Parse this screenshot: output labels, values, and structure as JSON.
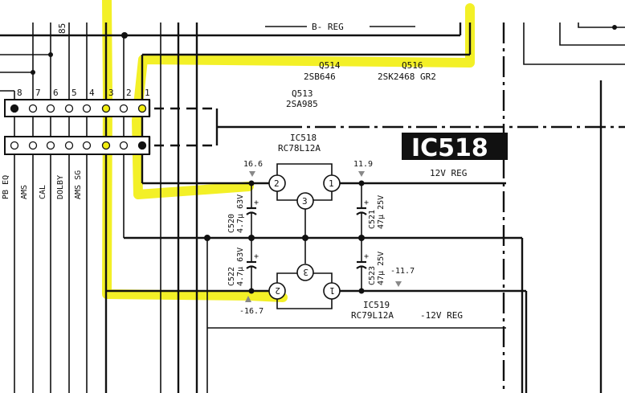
{
  "bus": {
    "b_reg_label": "B-  REG",
    "pin85_label": "85"
  },
  "connector": {
    "pin_numbers": [
      "8",
      "7",
      "6",
      "5",
      "4",
      "3",
      "2",
      "1"
    ],
    "signal_labels": [
      "PB EQ",
      "AMS",
      "CAL",
      "DOLBY",
      "AMS SG"
    ]
  },
  "transistors": [
    {
      "ref": "Q514",
      "part": "2SB646"
    },
    {
      "ref": "Q516",
      "part": "2SK2468 GR2"
    },
    {
      "ref": "Q513",
      "part": "2SA985"
    }
  ],
  "ic518": {
    "ref": "IC518",
    "part": "RC78L12A",
    "badge": "IC518",
    "function": "12V REG",
    "pins": [
      "2",
      "1",
      "3"
    ],
    "v_in": "16.6",
    "v_out": "11.9"
  },
  "ic519": {
    "ref": "IC519",
    "part": "RC79L12A",
    "function": "-12V REG",
    "pins": [
      "3",
      "2",
      "1"
    ],
    "v_in": "-16.7",
    "v_out": "-11.7"
  },
  "capacitors": [
    {
      "ref": "C520",
      "value": "4.7µ 63V"
    },
    {
      "ref": "C521",
      "value": "47µ 25V"
    },
    {
      "ref": "C522",
      "value": "4.7µ 63V"
    },
    {
      "ref": "C523",
      "value": "47µ 25V"
    }
  ],
  "colors": {
    "highlight": "#f2ee10",
    "ink": "#111111"
  }
}
